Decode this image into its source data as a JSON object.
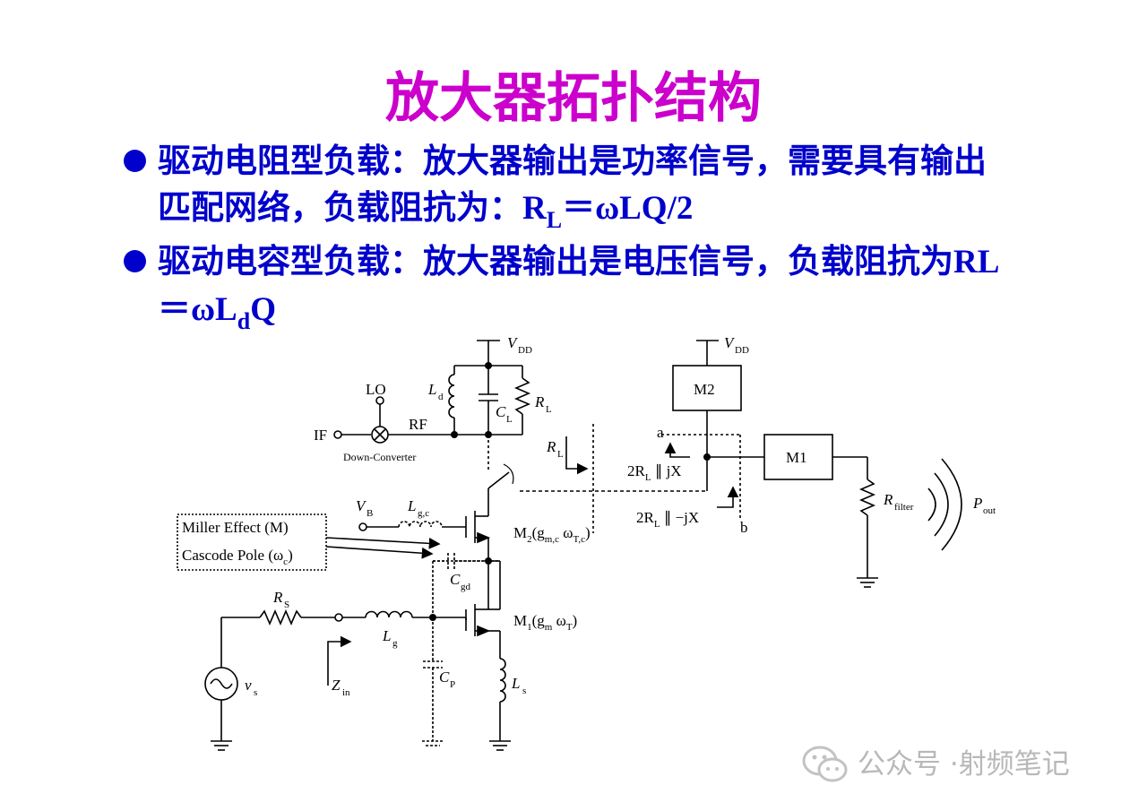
{
  "title": "放大器拓扑结构",
  "colors": {
    "title": "#cc00cc",
    "text": "#0000cc",
    "bullet": "#0000cc",
    "watermark": "#b8b8b8"
  },
  "bullets": [
    {
      "text_a": "驱动电阻型负载：放大器输出是功率信号，需要具有输出匹配网络，负载阻抗为：",
      "formula_a": "R",
      "formula_sub": "L",
      "formula_b": "＝ωLQ/2"
    },
    {
      "text_a": "驱动电容型负载：放大器输出是电压信号，负载阻抗为",
      "formula_a": "RL＝ωL",
      "formula_sub": "d",
      "formula_b": "Q"
    }
  ],
  "circuit": {
    "vdd_left": "V",
    "vdd_left_sub": "DD",
    "vdd_right": "V",
    "vdd_right_sub": "DD",
    "lo": "LO",
    "if": "IF",
    "rf": "RF",
    "down_converter": "Down-Converter",
    "ld": "L",
    "ld_sub": "d",
    "cl": "C",
    "cl_sub": "L",
    "rl": "R",
    "rl_sub": "L",
    "rl_arrow": "R",
    "rl_arrow_sub": "L",
    "m2_box": "M2",
    "m1_box": "M1",
    "node_a": "a",
    "node_b": "b",
    "imp_jx_a": "2R",
    "imp_jx_sub": "L",
    "imp_jx_b": " ∥ jX",
    "imp_njx_a": "2R",
    "imp_njx_sub": "L",
    "imp_njx_b": " ∥ −jX",
    "rfilter": "R",
    "rfilter_sub": "filter",
    "pout": "P",
    "pout_sub": "out",
    "vb": "V",
    "vb_sub": "B",
    "lgc": "L",
    "lgc_sub": "g,c",
    "m2_label": "M",
    "m2_label_sub": "2",
    "m2_label_b": "(g",
    "m2_label_sub2": "m,c",
    "m2_label_c": " ω",
    "m2_label_sub3": "T,c",
    "m2_label_d": ")",
    "m1_label": "M",
    "m1_label_sub": "1",
    "m1_label_b": "(g",
    "m1_label_sub2": "m",
    "m1_label_c": " ω",
    "m1_label_sub3": "T",
    "m1_label_d": ")",
    "miller": "Miller Effect (M)",
    "cascode": "Cascode Pole (ω",
    "cascode_sub": "c",
    "cascode_end": ")",
    "cgd": "C",
    "cgd_sub": "gd",
    "rs": "R",
    "rs_sub": "S",
    "lg": "L",
    "lg_sub": "g",
    "cp": "C",
    "cp_sub": "P",
    "ls": "L",
    "ls_sub": "s",
    "vs": "v",
    "vs_sub": "s",
    "zin": "Z",
    "zin_sub": "in"
  },
  "watermark": {
    "dot": "公众号 · ",
    "name": "射频笔记"
  }
}
